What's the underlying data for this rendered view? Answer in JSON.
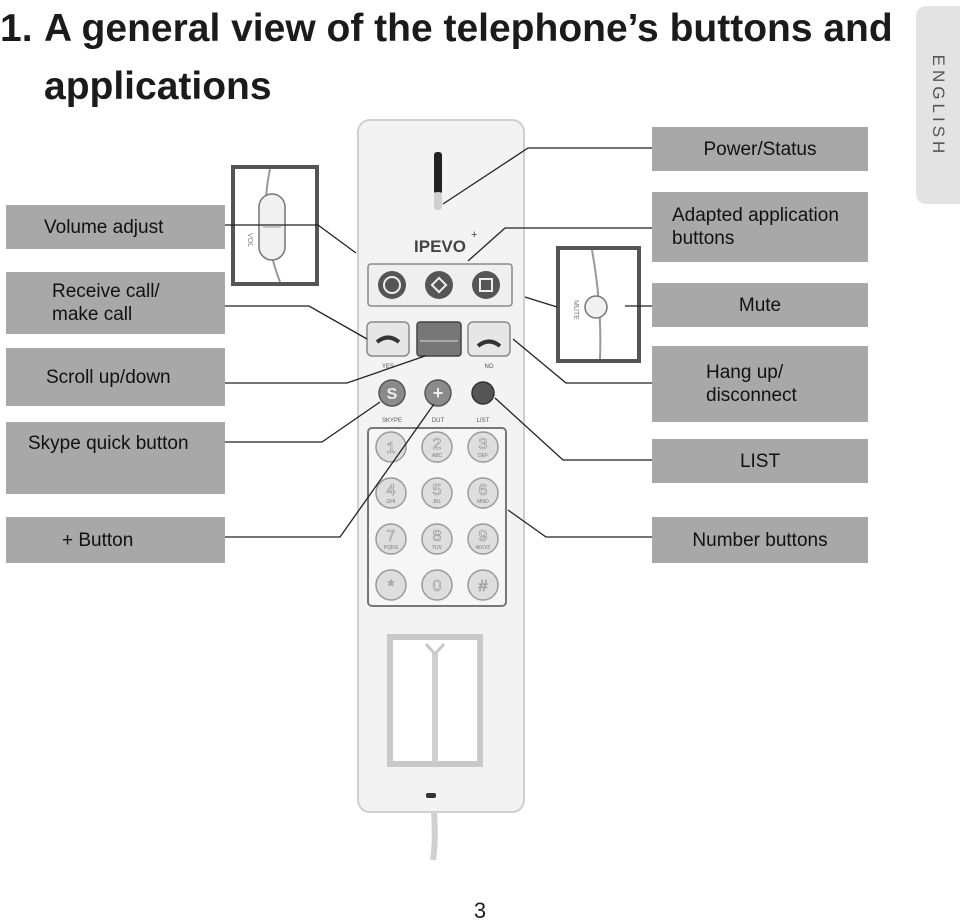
{
  "heading": {
    "number": "1.",
    "line1": "A general view of the telephone’s buttons and",
    "line2": "applications"
  },
  "language_tab": "ENGLISH",
  "device": {
    "brand": "IPEVO"
  },
  "labels": {
    "power_status": "Power/Status",
    "adapted_apps": [
      "Adapted application",
      "buttons"
    ],
    "mute": "Mute",
    "hang_up": [
      "Hang up/",
      "disconnect"
    ],
    "list": "LIST",
    "number_buttons": "Number buttons",
    "volume_adjust": "Volume adjust",
    "receive_call": [
      "Receive call/",
      "make call"
    ],
    "scroll": "Scroll up/down",
    "skype_quick": "Skype quick button",
    "plus_button": "+ Button"
  },
  "keypad": [
    {
      "digit": "1",
      "letters": ""
    },
    {
      "digit": "2",
      "letters": "ABC"
    },
    {
      "digit": "3",
      "letters": "DEF"
    },
    {
      "digit": "4",
      "letters": "GHI"
    },
    {
      "digit": "5",
      "letters": "JKL"
    },
    {
      "digit": "6",
      "letters": "MNO"
    },
    {
      "digit": "7",
      "letters": "PQRS"
    },
    {
      "digit": "8",
      "letters": "TUV"
    },
    {
      "digit": "9",
      "letters": "WXYZ"
    },
    {
      "digit": "*",
      "letters": ""
    },
    {
      "digit": "0",
      "letters": ""
    },
    {
      "digit": "#",
      "letters": ""
    }
  ],
  "page_number": "3"
}
